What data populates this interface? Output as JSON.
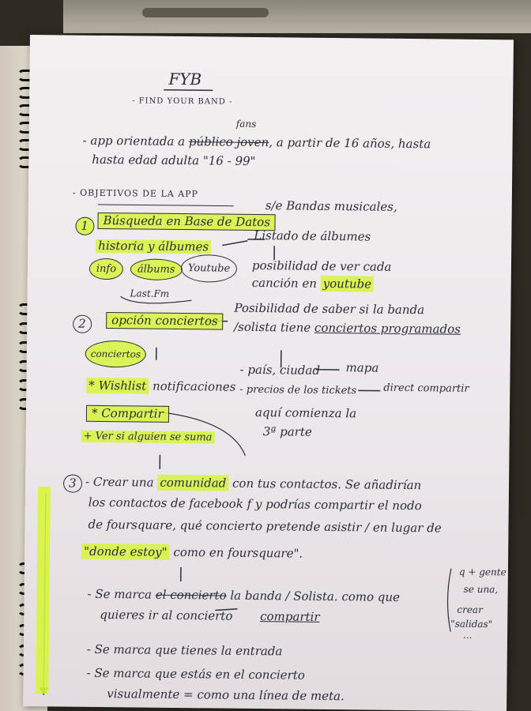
{
  "title": "FYB",
  "subtitle": "- FIND YOUR BAND -",
  "intro": {
    "line1_a": "- app orientada a",
    "line1_struck": "público joven",
    "line1_insert": "fans",
    "line1_b": ", a partir de 16 años, hasta",
    "line2": "hasta edad adulta \"16 - 99\""
  },
  "objectives_heading": "- OBJETIVOS DE LA APP",
  "s1": {
    "num": "1",
    "search": "Búsqueda en Base de Datos",
    "search_tail": "s/e Bandas musicales,",
    "history": "historia y álbumes",
    "list": "Listado de álbumes",
    "info": "info",
    "albums": "álbums",
    "youtube": "Youtube",
    "lastfm": "Last.Fm",
    "possibility_1": "posibilidad de ver cada",
    "possibility_2": "canción en",
    "possibility_yt": "youtube"
  },
  "s2": {
    "num": "2",
    "option": "opción conciertos",
    "concerts": "conciertos",
    "ability_1": "Posibilidad de saber si la banda",
    "ability_2": "/solista tiene",
    "ability_2_ul": "conciertos programados",
    "wishlist": "* Wishlist",
    "notif": "notificaciones",
    "country": "- país, ciudad",
    "map": "mapa",
    "prices": "- precios de los tickets",
    "direct": "direct compartir",
    "share": "* Compartir",
    "see": "+ Ver si alguien se suma",
    "here_1": "aquí comienza la",
    "here_2": "3ª parte"
  },
  "s3": {
    "num": "3",
    "create": "- Crear una",
    "community": "comunidad",
    "create_tail": "con tus contactos. Se añadirían",
    "l2": "los contactos de facebook f y podrías compartir el nodo",
    "l3": "de foursquare, qué concierto pretende asistir / en lugar de",
    "here_i_am": "\"donde estoy\"",
    "l4_tail": "como en foursquare\".",
    "mark1_a": "- Se marca",
    "mark1_struck": "el concierto",
    "mark1_b": "la banda / Solista. como que",
    "mark1_c": "quieres ir al concierto",
    "mark1_share": "compartir",
    "side_1": "q + gente",
    "side_2": "se una,",
    "side_3": "crear",
    "side_4": "\"salidas\"",
    "side_5": "...",
    "mark2": "- Se marca que tienes la entrada",
    "mark3_a": "- Se marca que estás en el concierto",
    "mark3_b": "visualmente = como una línea de meta."
  },
  "colors": {
    "highlighter": "#d6f53c",
    "ink": "#2b2d3a",
    "paper": "#f0ecee"
  }
}
